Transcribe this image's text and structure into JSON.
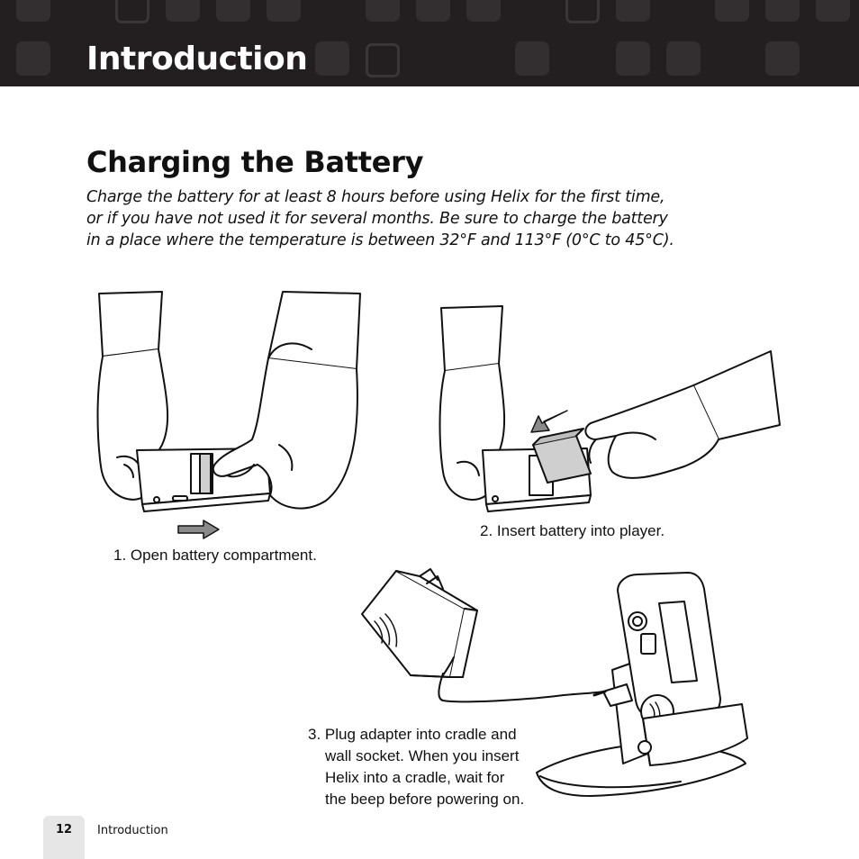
{
  "header": {
    "title": "Introduction"
  },
  "section": {
    "title": "Charging the Battery",
    "intro_lines": [
      "Charge the battery for at least 8 hours before using Helix for the first time,",
      "or if you have not used it for several months. Be sure to charge the battery",
      "in a place where the temperature is between 32°F and 113°F (0°C to 45°C)."
    ]
  },
  "steps": [
    {
      "caption": "1. Open battery compartment."
    },
    {
      "caption": "2. Insert battery into player."
    },
    {
      "caption_lines": [
        "3. Plug adapter into cradle and",
        "wall socket. When you insert",
        "Helix into a cradle, wait for",
        "the beep before powering on."
      ]
    }
  ],
  "footer": {
    "page_number": "12",
    "label": "Introduction"
  }
}
